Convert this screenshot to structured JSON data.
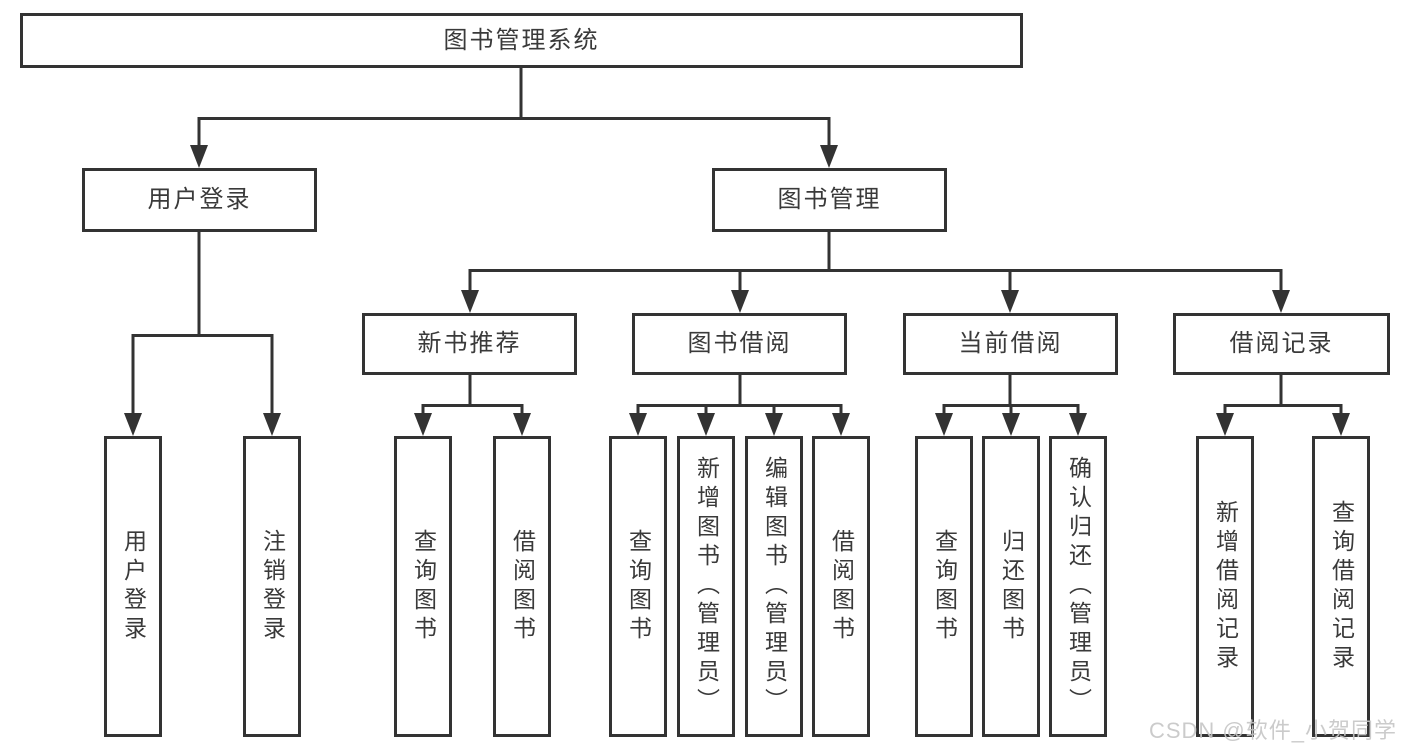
{
  "tree": {
    "root": {
      "label": "图书管理系统",
      "children": [
        {
          "label": "用户登录",
          "children": [
            {
              "label": "用户登录"
            },
            {
              "label": "注销登录"
            }
          ]
        },
        {
          "label": "图书管理",
          "children": [
            {
              "label": "新书推荐",
              "children": [
                {
                  "label": "查询图书"
                },
                {
                  "label": "借阅图书"
                }
              ]
            },
            {
              "label": "图书借阅",
              "children": [
                {
                  "label": "查询图书"
                },
                {
                  "label": "新增图书（管理员）"
                },
                {
                  "label": "编辑图书（管理员）"
                },
                {
                  "label": "借阅图书"
                }
              ]
            },
            {
              "label": "当前借阅",
              "children": [
                {
                  "label": "查询图书"
                },
                {
                  "label": "归还图书"
                },
                {
                  "label": "确认归还（管理员）"
                }
              ]
            },
            {
              "label": "借阅记录",
              "children": [
                {
                  "label": "新增借阅记录"
                },
                {
                  "label": "查询借阅记录"
                }
              ]
            }
          ]
        }
      ]
    }
  },
  "watermark": {
    "text": "CSDN @软件_小贺同学"
  },
  "colors": {
    "line-color": "#333333",
    "text-color": "#3a3a3a",
    "watermark-color": "#c6c6c6",
    "page-bg": "#ffffff"
  }
}
